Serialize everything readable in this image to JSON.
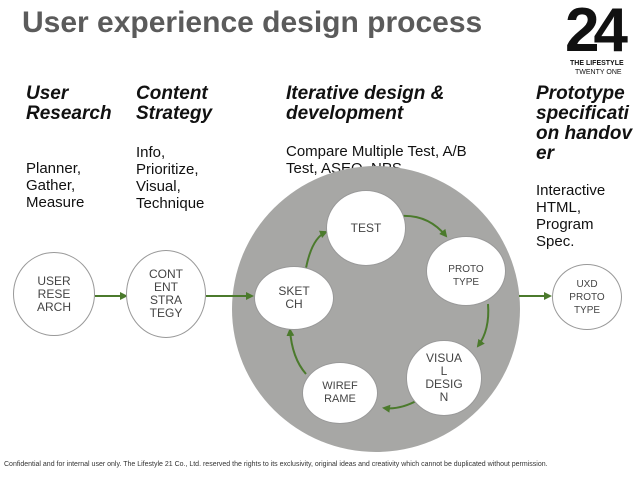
{
  "title": "User experience design process",
  "logo": {
    "mark": "24",
    "line1": "THE LIFESTYLE",
    "line2": "TWENTY ONE"
  },
  "columns": [
    {
      "heading": "User Research",
      "body": "Planner, Gather, Measure"
    },
    {
      "heading": "Content Strategy",
      "body": "Info, Prioritize, Visual, Technique"
    },
    {
      "heading": "Iterative design & development",
      "body": "Compare Multiple Test, A/B Test, ASEQ, NPS"
    },
    {
      "heading": "Prototype specification handover",
      "body": "Interactive HTML, Program Spec."
    }
  ],
  "nodes": {
    "user_research": "USER RESE ARCH",
    "content_strategy": "CONT ENT STRA TEGY",
    "sketch": "SKET CH",
    "test": "TEST",
    "prototype": "PROTO TYPE",
    "visual_design": "VISUA L DESIG N",
    "wireframe": "WIREF RAME",
    "uxd_prototype": "UXD PROTO TYPE"
  },
  "footer": "Confidential and for internal user only. The Lifestyle 21 Co., Ltd. reserved the rights to its exclusivity, original ideas and creativity which cannot be duplicated without permission.",
  "colors": {
    "arrow": "#4b7a2c",
    "cycle_background": "#a7a7a5",
    "title": "#5b5b5b"
  }
}
